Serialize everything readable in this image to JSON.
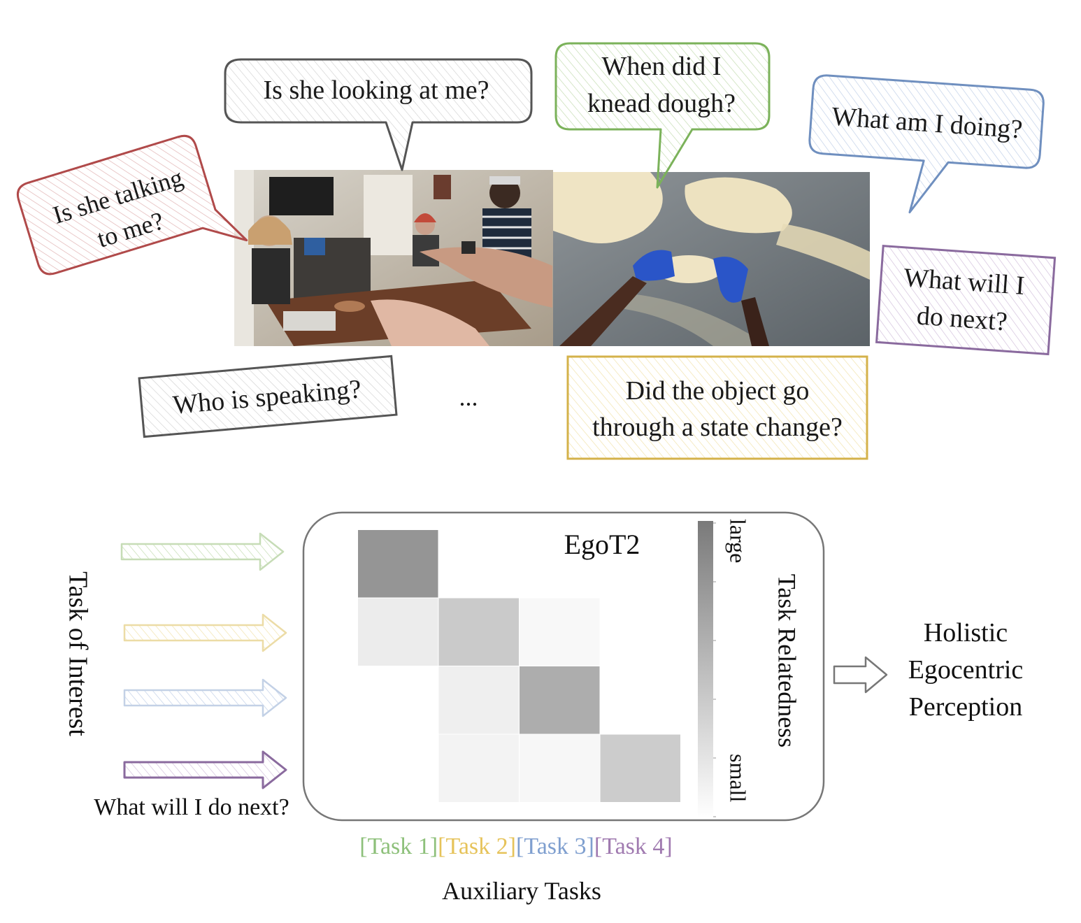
{
  "bubbles": {
    "talking": {
      "line1": "Is she talking",
      "line2": "to me?",
      "color": "#b04a4a"
    },
    "looking": {
      "text": "Is she looking at me?",
      "color": "#555555"
    },
    "knead": {
      "line1": "When did I",
      "line2": "knead dough?",
      "color": "#7bb25a"
    },
    "doing": {
      "text": "What am I doing?",
      "color": "#6f8fbf"
    },
    "next": {
      "line1": "What will I",
      "line2": "do next?",
      "color": "#8a6a9e"
    },
    "speaking": {
      "text": "Who is speaking?",
      "color": "#555555"
    },
    "state": {
      "line1": "Did the object go",
      "line2": "through a state change?",
      "color": "#d4b24a"
    }
  },
  "ellipsis": "...",
  "diagram": {
    "left_label": "Task of Interest",
    "arrow_caption": "What will I do next?",
    "arrow_colors": [
      "#c6dcb6",
      "#ecdca6",
      "#c3d1e6",
      "#8a6a9e"
    ],
    "box_title": "EgoT2",
    "colorbar_large": "large",
    "colorbar_small": "small",
    "colorbar_title": "Task Relatedness",
    "x_title": "Auxiliary Tasks",
    "output_label": {
      "line1": "Holistic",
      "line2": "Egocentric",
      "line3": "Perception"
    },
    "tasks": [
      {
        "label": "[Task 1]",
        "color": "#8dc07a"
      },
      {
        "label": "[Task 2]",
        "color": "#e6c35a"
      },
      {
        "label": "[Task 3]",
        "color": "#7f9fcf"
      },
      {
        "label": "[Task 4]",
        "color": "#a07ab0"
      }
    ]
  },
  "chart_data": {
    "type": "heatmap",
    "rows": 4,
    "cols": 4,
    "values": [
      [
        0.8,
        null,
        null,
        null
      ],
      [
        0.14,
        0.4,
        0.05,
        null
      ],
      [
        null,
        0.12,
        0.62,
        null
      ],
      [
        null,
        0.09,
        0.06,
        0.38
      ]
    ],
    "colorbar": {
      "low": "small",
      "high": "large"
    }
  }
}
